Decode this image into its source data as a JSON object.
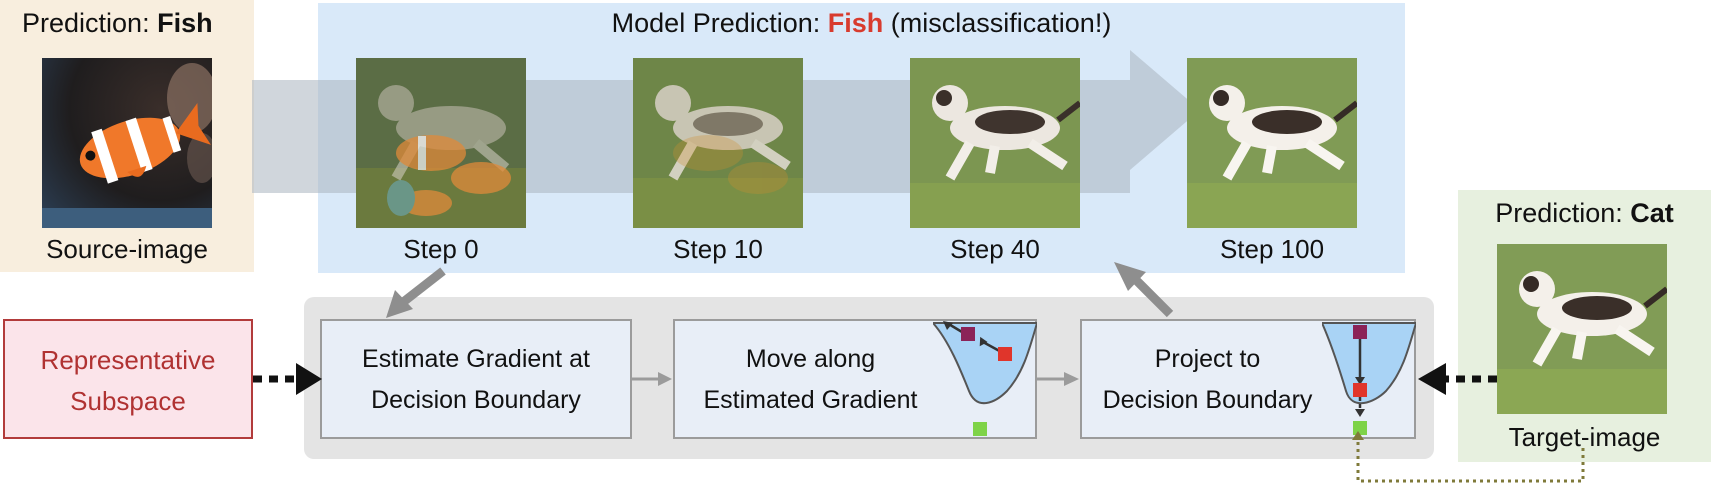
{
  "source": {
    "prediction_prefix": "Prediction: ",
    "prediction_label": "Fish",
    "caption": "Source-image"
  },
  "target": {
    "prediction_prefix": "Prediction: ",
    "prediction_label": "Cat",
    "caption": "Target-image"
  },
  "model": {
    "title_prefix": "Model Prediction: ",
    "title_label": "Fish",
    "title_suffix": " (misclassification!)",
    "steps": [
      "Step 0",
      "Step 10",
      "Step 40",
      "Step 100"
    ]
  },
  "pipeline": {
    "subspace": [
      "Representative",
      "Subspace"
    ],
    "estimate": [
      "Estimate Gradient at",
      "Decision Boundary"
    ],
    "move": [
      "Move along",
      "Estimated Gradient"
    ],
    "project": [
      "Project to",
      "Decision Boundary"
    ]
  },
  "colors": {
    "accent_red": "#d83b2e",
    "marker_purple": "#8b2358",
    "marker_red": "#e0352b",
    "marker_green": "#7ed348",
    "boundary_fill": "#a9d3f5"
  }
}
